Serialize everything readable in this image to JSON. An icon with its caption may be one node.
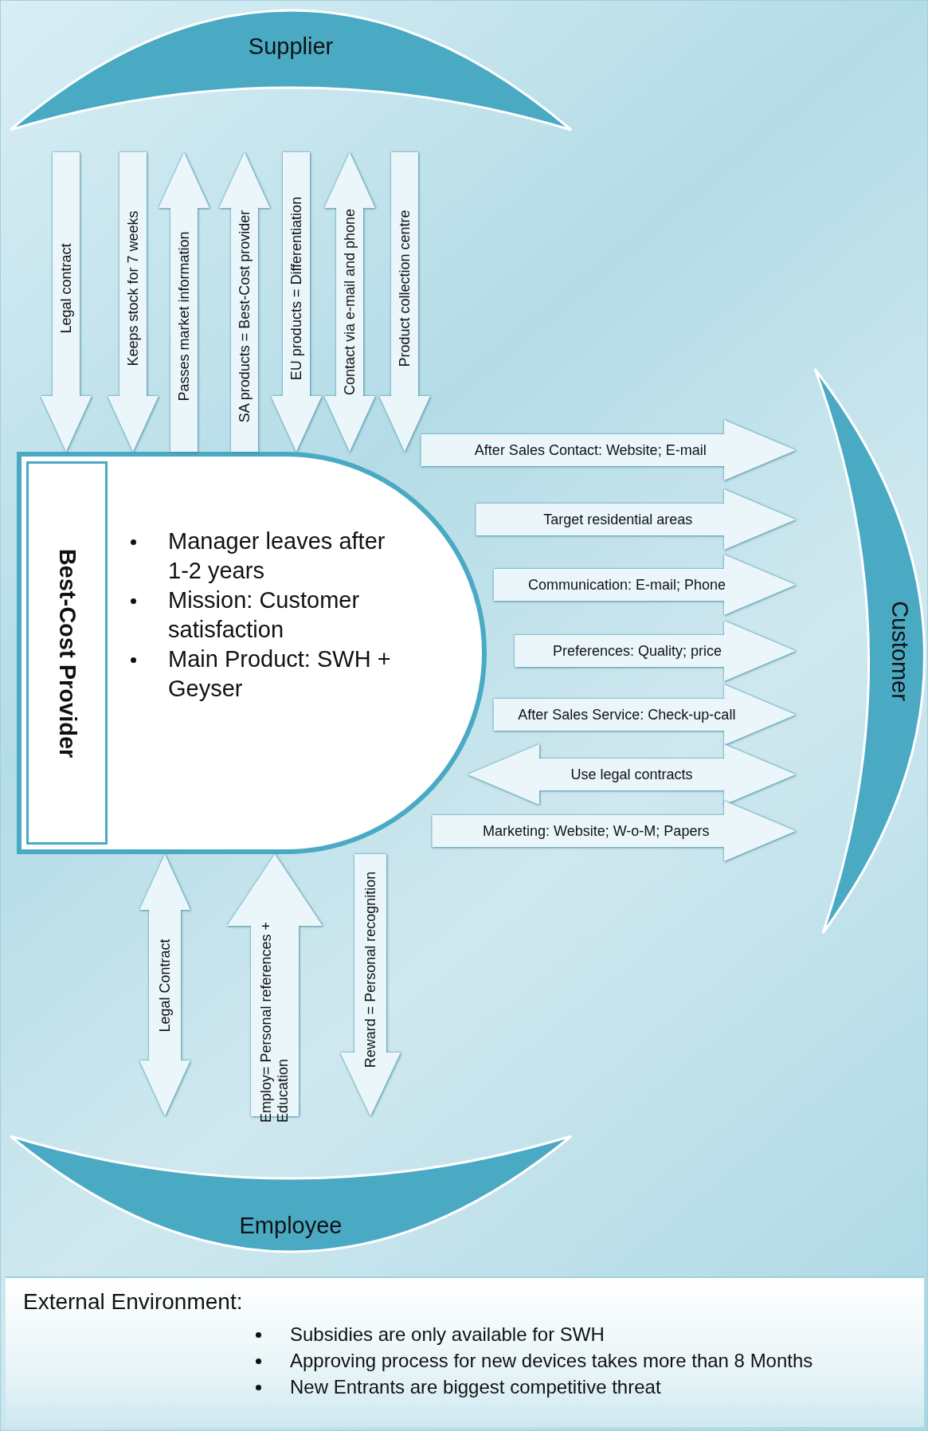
{
  "diagram": {
    "nodes": [
      {
        "text": [
          "Supplier"
        ]
      },
      {
        "text": [
          "Manager leaves after 1-2 years",
          "Mission: Customer satisfaction",
          "Main Product: SWH + Geyser"
        ]
      },
      {
        "text": [
          "Best-Cost Provider"
        ],
        "in": 1
      },
      {
        "text": [
          "Customer"
        ]
      },
      {
        "text": [
          "Employee"
        ]
      },
      {
        "text": [
          "External Environment:",
          "Subsidies are only available for SWH",
          "Approving process for new devices takes more than 8 Months",
          "New Entrants are biggest competitive threat"
        ]
      }
    ],
    "edges": [
      {
        "from": 0,
        "to": 1,
        "arrow": "to",
        "label": "Legal contract"
      },
      {
        "from": 0,
        "to": 1,
        "arrow": "to",
        "label": "Keeps stock for 7 weeks"
      },
      {
        "from": 1,
        "to": 0,
        "arrow": "to",
        "label": "Passes market information"
      },
      {
        "from": 1,
        "to": 0,
        "arrow": "to",
        "label": "SA products = Best-Cost provider"
      },
      {
        "from": 0,
        "to": 1,
        "arrow": "to",
        "label": "EU products = Differentiation"
      },
      {
        "from": 0,
        "to": 1,
        "arrow": "both",
        "label": "Contact via e-mail and phone"
      },
      {
        "from": 0,
        "to": 1,
        "arrow": "to",
        "label": "Product collection centre"
      },
      {
        "from": 1,
        "to": 3,
        "arrow": "to",
        "label": "After Sales Contact: Website; E-mail"
      },
      {
        "from": 1,
        "to": 3,
        "arrow": "to",
        "label": "Target residential areas"
      },
      {
        "from": 1,
        "to": 3,
        "arrow": "to",
        "label": "Communication: E-mail; Phone"
      },
      {
        "from": 1,
        "to": 3,
        "arrow": "to",
        "label": "Preferences: Quality; price"
      },
      {
        "from": 1,
        "to": 3,
        "arrow": "to",
        "label": "After Sales Service: Check-up-call"
      },
      {
        "from": 1,
        "to": 3,
        "arrow": "both",
        "label": "Use legal contracts"
      },
      {
        "from": 1,
        "to": 3,
        "arrow": "to",
        "label": "Marketing: Website; W-o-M; Papers"
      },
      {
        "from": 1,
        "to": 4,
        "arrow": "both",
        "label": "Legal Contract"
      },
      {
        "from": 4,
        "to": 1,
        "arrow": "to",
        "label": "Employ= Personal references + Education"
      },
      {
        "from": 1,
        "to": 4,
        "arrow": "to",
        "label": "Reward = Personal recognition"
      }
    ]
  }
}
